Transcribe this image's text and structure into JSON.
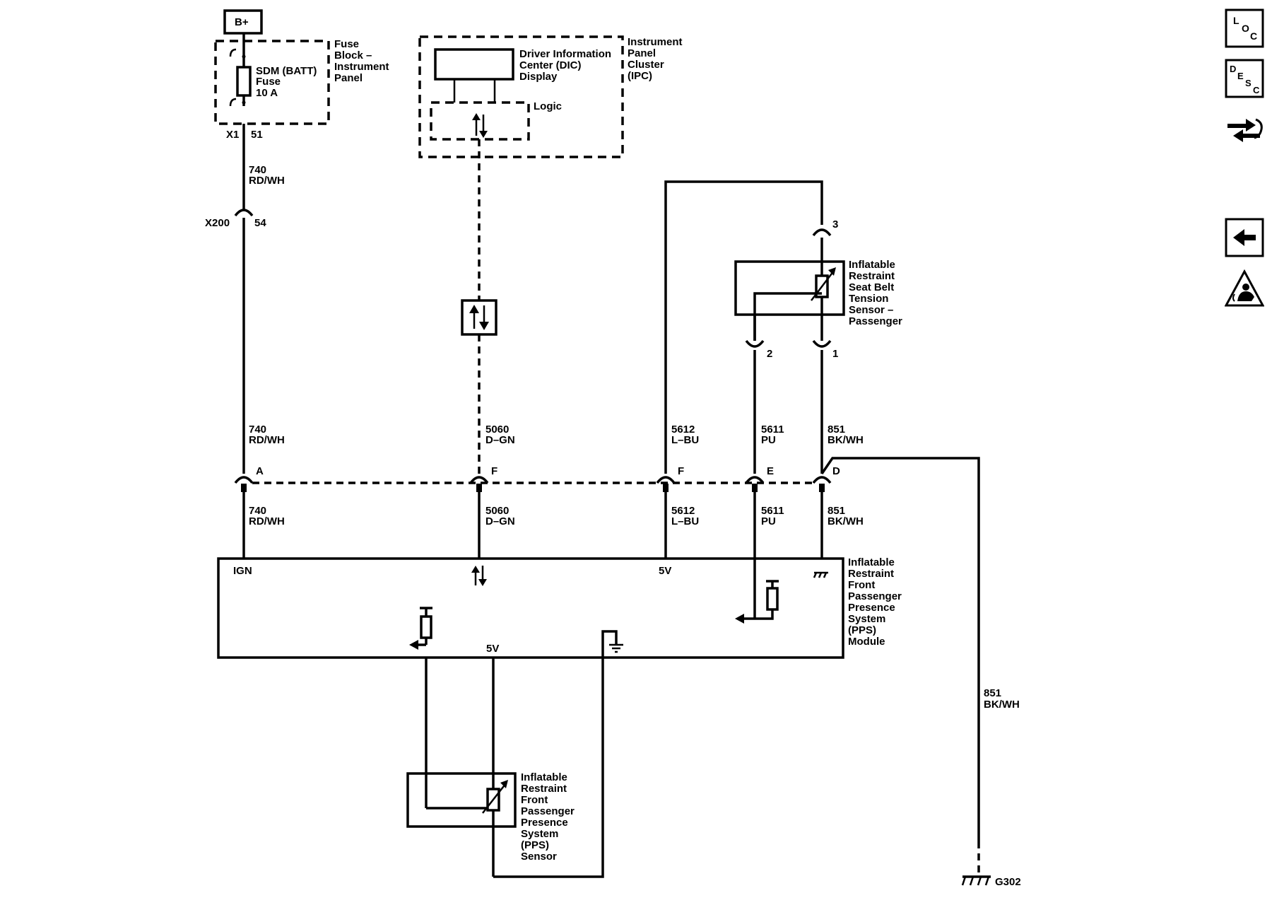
{
  "power": {
    "label": "B+"
  },
  "fuse_block": {
    "name": [
      "Fuse",
      "Block –",
      "Instrument",
      "Panel"
    ],
    "fuse": [
      "SDM (BATT)",
      "Fuse",
      "10 A"
    ],
    "connector": "X1",
    "pin": "51"
  },
  "ipc": {
    "name": [
      "Instrument",
      "Panel",
      "Cluster",
      "(IPC)"
    ],
    "dic": [
      "Driver Information",
      "Center (DIC)",
      "Display"
    ],
    "logic": "Logic"
  },
  "x200": {
    "connector": "X200",
    "pin": "54"
  },
  "wires": {
    "w740": [
      "740",
      "RD/WH"
    ],
    "w5060": [
      "5060",
      "D–GN"
    ],
    "w5612": [
      "5612",
      "L–BU"
    ],
    "w5611": [
      "5611",
      "PU"
    ],
    "w851": [
      "851",
      "BK/WH"
    ]
  },
  "inline_pins": {
    "a": "A",
    "f1": "F",
    "f2": "F",
    "e": "E",
    "d": "D"
  },
  "seat_belt_sensor": {
    "name": [
      "Inflatable",
      "Restraint",
      "Seat Belt",
      "Tension",
      "Sensor –",
      "Passenger"
    ],
    "pin3": "3",
    "pin2": "2",
    "pin1": "1"
  },
  "pps_module": {
    "name": [
      "Inflatable",
      "Restraint",
      "Front",
      "Passenger",
      "Presence",
      "System",
      "(PPS)",
      "Module"
    ],
    "ign": "IGN",
    "v5_top": "5V",
    "v5_bottom": "5V"
  },
  "pps_sensor": {
    "name": [
      "Inflatable",
      "Restraint",
      "Front",
      "Passenger",
      "Presence",
      "System",
      "(PPS)",
      "Sensor"
    ]
  },
  "ground": {
    "label": "G302"
  },
  "sidebar": {
    "loc": {
      "letters": [
        "L",
        "O",
        "C"
      ]
    },
    "desc": {
      "letters": [
        "D",
        "E",
        "S",
        "C"
      ]
    },
    "connector_icon": "connector-icon",
    "back_icon": "back-arrow-icon",
    "warning_icon": "airbag-warning-icon"
  }
}
